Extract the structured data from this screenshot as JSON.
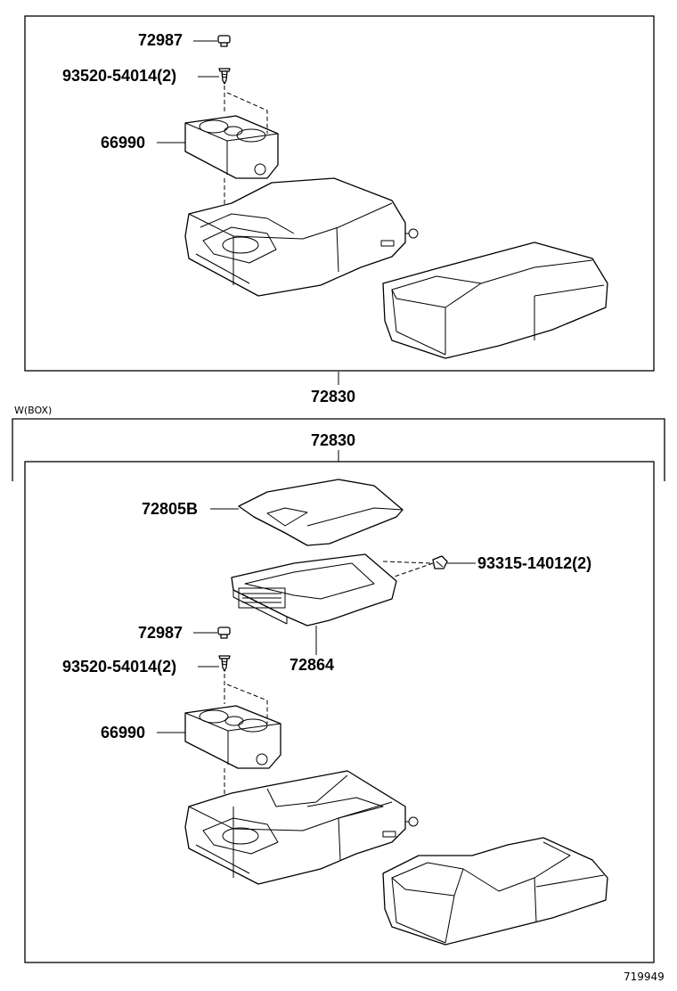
{
  "diagram": {
    "top_section": {
      "assembly_label": "72830",
      "parts": {
        "cap_label": "72987",
        "screw_label": "93520-54014(2)",
        "cup_holder_label": "66990"
      }
    },
    "bottom_section": {
      "variant_label": "W(BOX)",
      "assembly_label": "72830",
      "parts": {
        "lid_label": "72805B",
        "bolt_label": "93315-14012(2)",
        "tray_label": "72864",
        "cap_label": "72987",
        "screw_label": "93520-54014(2)",
        "cup_holder_label": "66990"
      }
    },
    "reference_number": "719949"
  }
}
